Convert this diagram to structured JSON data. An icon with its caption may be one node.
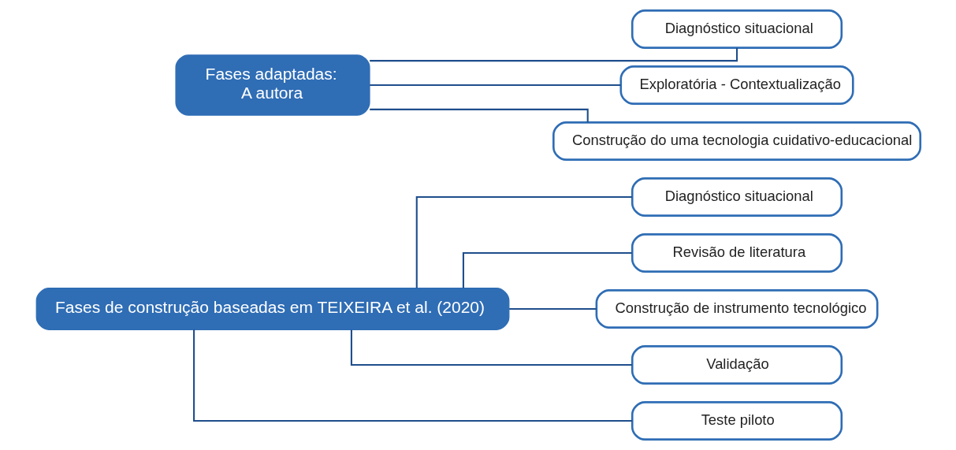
{
  "diagram": {
    "nodes": [
      {
        "text": [
          "Fases de construção baseadas em TEIXEIRA et al. (2020)"
        ]
      },
      {
        "text": [
          "Diagnóstico situacional"
        ]
      },
      {
        "text": [
          "Revisão de literatura"
        ]
      },
      {
        "text": [
          "Construção de instrumento tecnológico"
        ]
      },
      {
        "text": [
          "Validação"
        ]
      },
      {
        "text": [
          "Teste piloto"
        ]
      },
      {
        "text": [
          "Fases adaptadas:",
          "A autora"
        ]
      },
      {
        "text": [
          "Diagnóstico situacional"
        ]
      },
      {
        "text": [
          "Exploratória - Contextualização"
        ]
      },
      {
        "text": [
          "Construção do uma tecnologia cuidativo-educacional"
        ]
      }
    ],
    "edges": [
      {
        "from": 0,
        "to": 1,
        "arrow": "none"
      },
      {
        "from": 0,
        "to": 2,
        "arrow": "none"
      },
      {
        "from": 0,
        "to": 3,
        "arrow": "none"
      },
      {
        "from": 0,
        "to": 4,
        "arrow": "none"
      },
      {
        "from": 0,
        "to": 5,
        "arrow": "none"
      },
      {
        "from": 6,
        "to": 7,
        "arrow": "none"
      },
      {
        "from": 6,
        "to": 8,
        "arrow": "none"
      },
      {
        "from": 6,
        "to": 9,
        "arrow": "none"
      }
    ]
  }
}
